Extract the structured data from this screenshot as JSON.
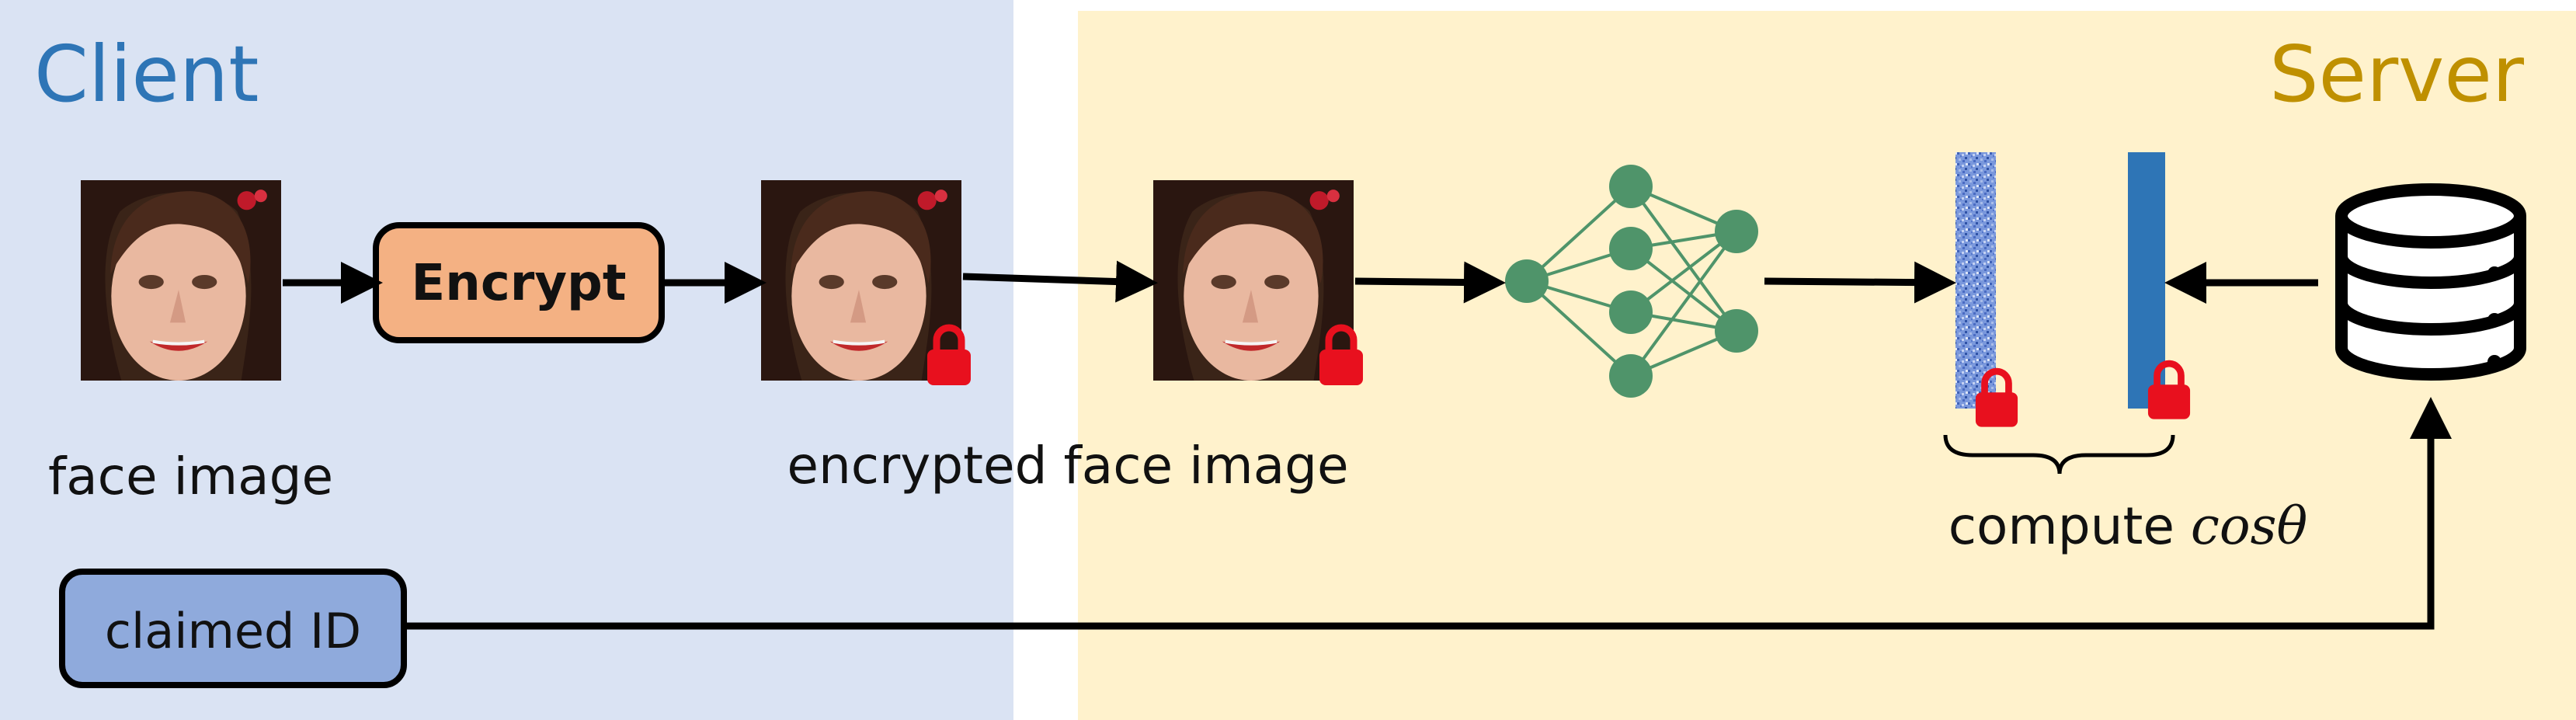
{
  "regions": {
    "client": {
      "title": "Client",
      "color": "#2e75b6",
      "fill": "#dae3f3"
    },
    "server": {
      "title": "Server",
      "color": "#bf9000",
      "fill": "#fff2cc"
    }
  },
  "labels": {
    "face_image": "face image",
    "encrypted_face_image": "encrypted face image",
    "compute_prefix": "compute ",
    "compute_math": "cosθ"
  },
  "boxes": {
    "encrypt": {
      "label": "Encrypt",
      "fill": "#f4b183"
    },
    "claimed_id": {
      "label": "claimed ID",
      "fill": "#8faadc"
    }
  },
  "colors": {
    "lock": "#e8101e",
    "network_node": "#4f946a",
    "feature_vector_plain": "#2e75b6",
    "feature_vector_encrypted": "#5b7fcf",
    "arrow": "#000000"
  },
  "icons": [
    "face-photo",
    "lock-icon",
    "neural-network-icon",
    "database-icon"
  ]
}
